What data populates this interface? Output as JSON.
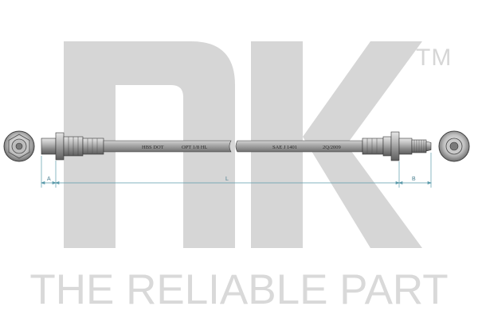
{
  "brand": {
    "logo": "nk",
    "trademark": "TM",
    "tagline": "THE RELIABLE PART"
  },
  "hose_markings": [
    "HBS DOT",
    "OPT 1/8 HL",
    "SAE J 1401",
    "2Q/2009"
  ],
  "dimensions": {
    "left": "A",
    "length": "L",
    "right": "B"
  },
  "colors": {
    "watermark": "#d6d6d6",
    "hose": "#9a9a9a",
    "metal": "#8d8d8d",
    "dimension_line": "#5a9aaa"
  }
}
